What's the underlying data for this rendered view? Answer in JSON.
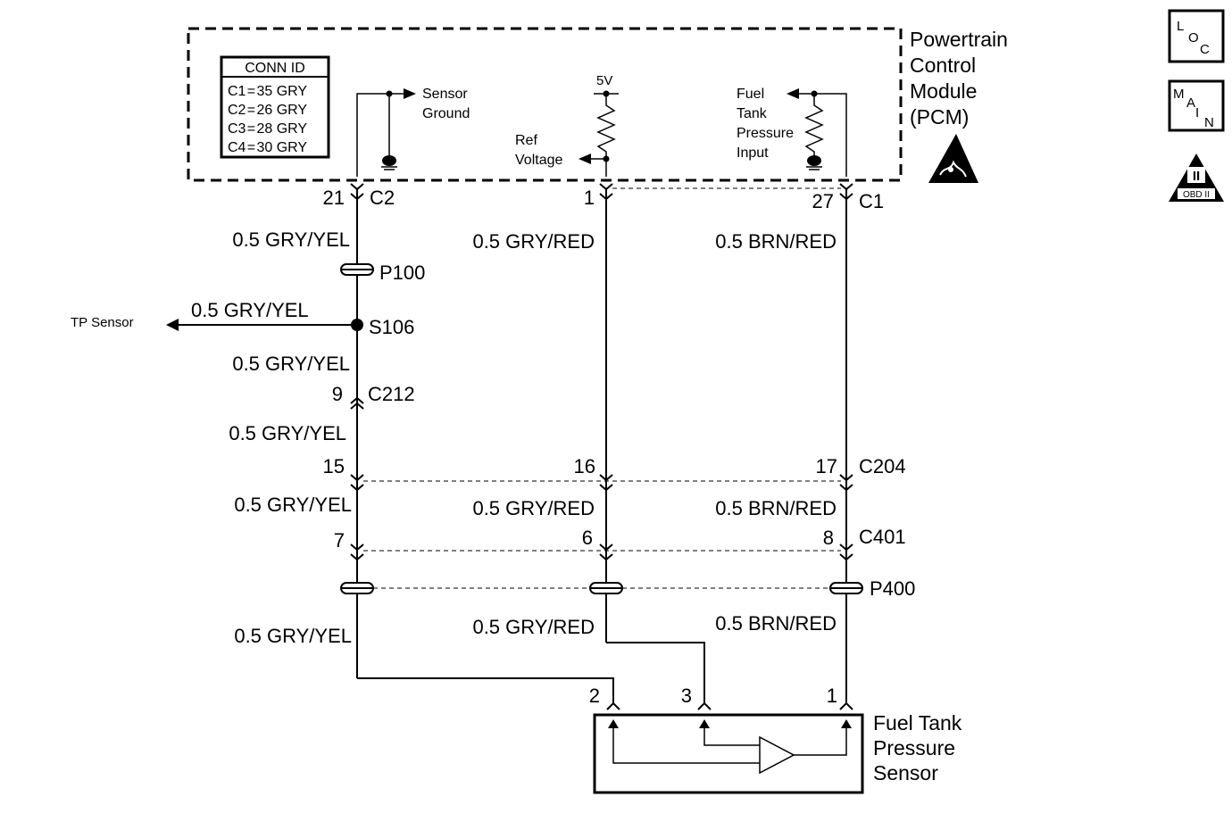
{
  "pcm": {
    "title_line1": "Powertrain",
    "title_line2": "Control",
    "title_line3": "Module",
    "title_line4": "(PCM)",
    "conn_id": {
      "header": "CONN ID",
      "rows": [
        "C1 = 35 GRY",
        "C2 = 26 GRY",
        "C3 = 28 GRY",
        "C4 = 30 GRY"
      ]
    },
    "sensor_ground_line1": "Sensor",
    "sensor_ground_line2": "Ground",
    "five_v": "5V",
    "ref_voltage_line1": "Ref",
    "ref_voltage_line2": "Voltage",
    "ftp_input_line1": "Fuel",
    "ftp_input_line2": "Tank",
    "ftp_input_line3": "Pressure",
    "ftp_input_line4": "Input"
  },
  "side_icons": {
    "loc": [
      "L",
      "O",
      "C"
    ],
    "main": [
      "M",
      "A",
      "I",
      "N"
    ],
    "obd_roman": "II",
    "obd_text": "OBD II"
  },
  "pins": {
    "c2_pin": "21",
    "c2_name": "C2",
    "ref_pin": "1",
    "c1_pin": "27",
    "c1_name": "C1",
    "c212_pin": "9",
    "c212_name": "C212",
    "c204_left": "15",
    "c204_mid": "16",
    "c204_right": "17",
    "c204_name": "C204",
    "c401_left": "7",
    "c401_mid": "6",
    "c401_right": "8",
    "c401_name": "C401",
    "sensor_pin2": "2",
    "sensor_pin3": "3",
    "sensor_pin1": "1"
  },
  "wires": {
    "gry_yel": "0.5 GRY/YEL",
    "gry_red": "0.5 GRY/RED",
    "brn_red": "0.5 BRN/RED"
  },
  "components": {
    "p100": "P100",
    "s106": "S106",
    "tp_sensor": "TP Sensor",
    "p400": "P400",
    "sensor_line1": "Fuel Tank",
    "sensor_line2": "Pressure",
    "sensor_line3": "Sensor"
  }
}
